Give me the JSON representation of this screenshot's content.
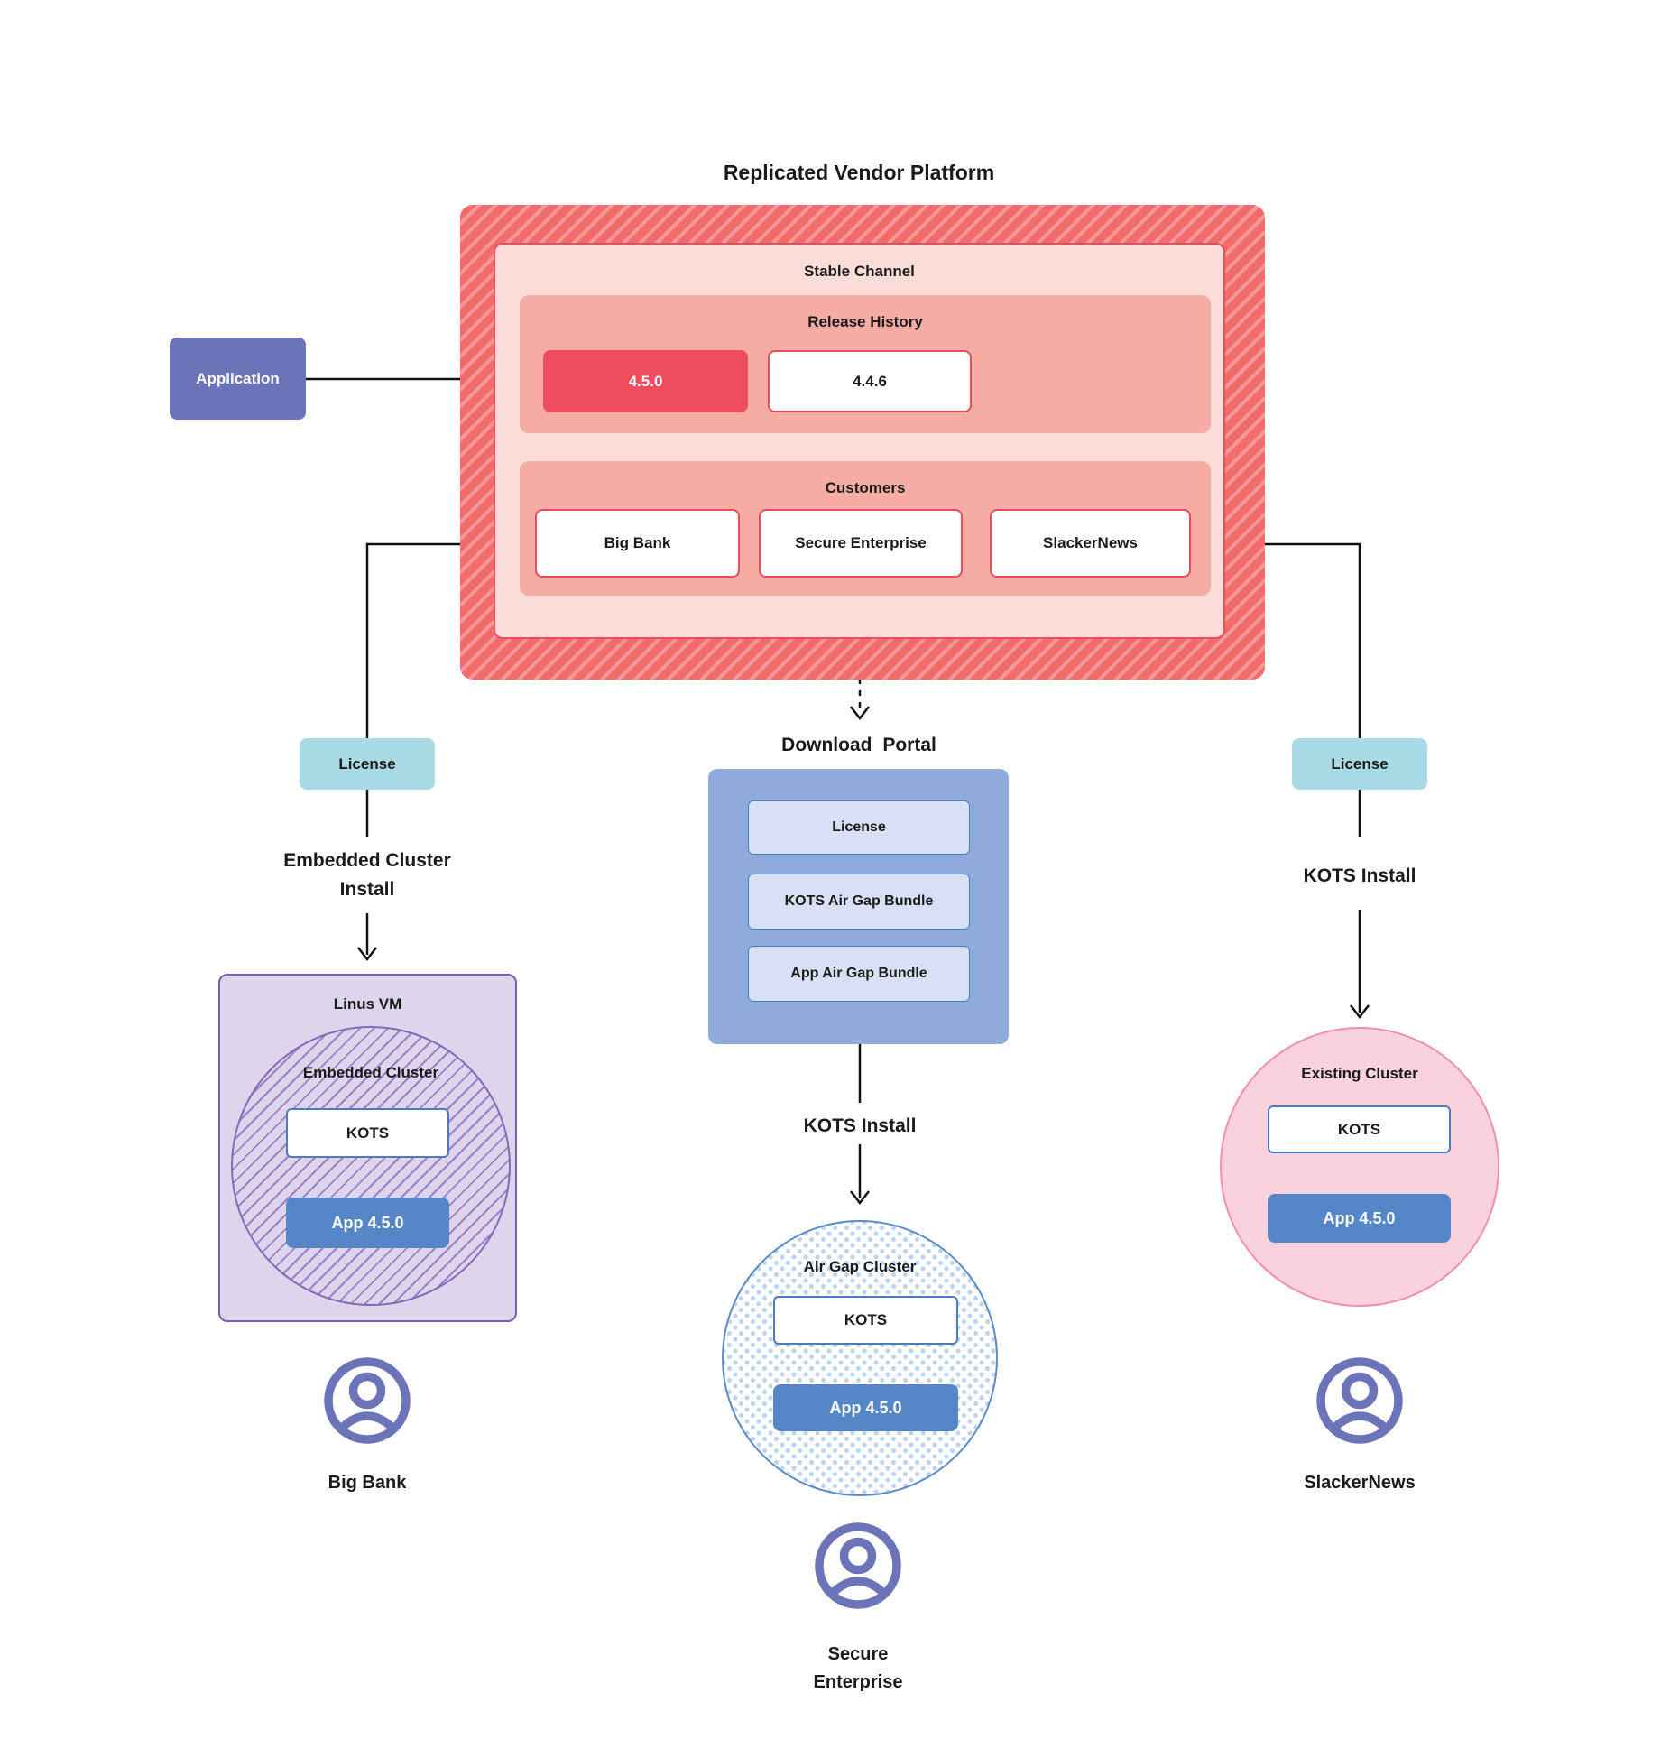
{
  "title": "Replicated Vendor Platform",
  "application": {
    "label": "Application"
  },
  "platform": {
    "stable_channel_label": "Stable Channel",
    "release_history_label": "Release History",
    "releases": [
      {
        "version": "4.5.0",
        "current": true
      },
      {
        "version": "4.4.6",
        "current": false
      }
    ],
    "customers_label": "Customers",
    "customers": [
      "Big Bank",
      "Secure Enterprise",
      "SlackerNews"
    ]
  },
  "left_flow": {
    "license_label": "License",
    "install_label": "Embedded Cluster Install",
    "vm_label": "Linus VM",
    "cluster_label": "Embedded Cluster",
    "kots_label": "KOTS",
    "app_label": "App 4.5.0",
    "user_label": "Big Bank"
  },
  "middle_flow": {
    "portal_label": "Download Portal",
    "portal_items": [
      "License",
      "KOTS Air Gap Bundle",
      "App Air Gap Bundle"
    ],
    "install_label": "KOTS Install",
    "cluster_label": "Air Gap Cluster",
    "kots_label": "KOTS",
    "app_label": "App 4.5.0",
    "user_label": "Secure Enterprise"
  },
  "right_flow": {
    "license_label": "License",
    "install_label": "KOTS Install",
    "cluster_label": "Existing Cluster",
    "kots_label": "KOTS",
    "app_label": "App 4.5.0",
    "user_label": "SlackerNews"
  },
  "colors": {
    "hatch_red_base": "#f26b6b",
    "hatch_red_stripe": "#f59e9e",
    "stable_fill": "#fbdcd6",
    "red_border": "#e94d5d",
    "salmon_strip": "#f5aca4",
    "current_release_red": "#ef4d5e",
    "application_purple": "#6c74b9",
    "license_teal": "#a9dbe4",
    "portal_blue": "#8fabdc",
    "portal_item_fill": "#d9dff4",
    "kots_border_blue": "#4a7cc0",
    "app_blue": "#5587c8",
    "vm_lavender": "#ddd5ec",
    "vm_border_purple": "#7b5fae",
    "dot_blue": "#bbd3ee",
    "cluster_blue_border": "#5b8bc9",
    "existing_pink_fill": "#f9d2de",
    "existing_pink_border": "#ee8fad",
    "user_icon_purple": "#6c74b9",
    "line_black": "#111111"
  }
}
